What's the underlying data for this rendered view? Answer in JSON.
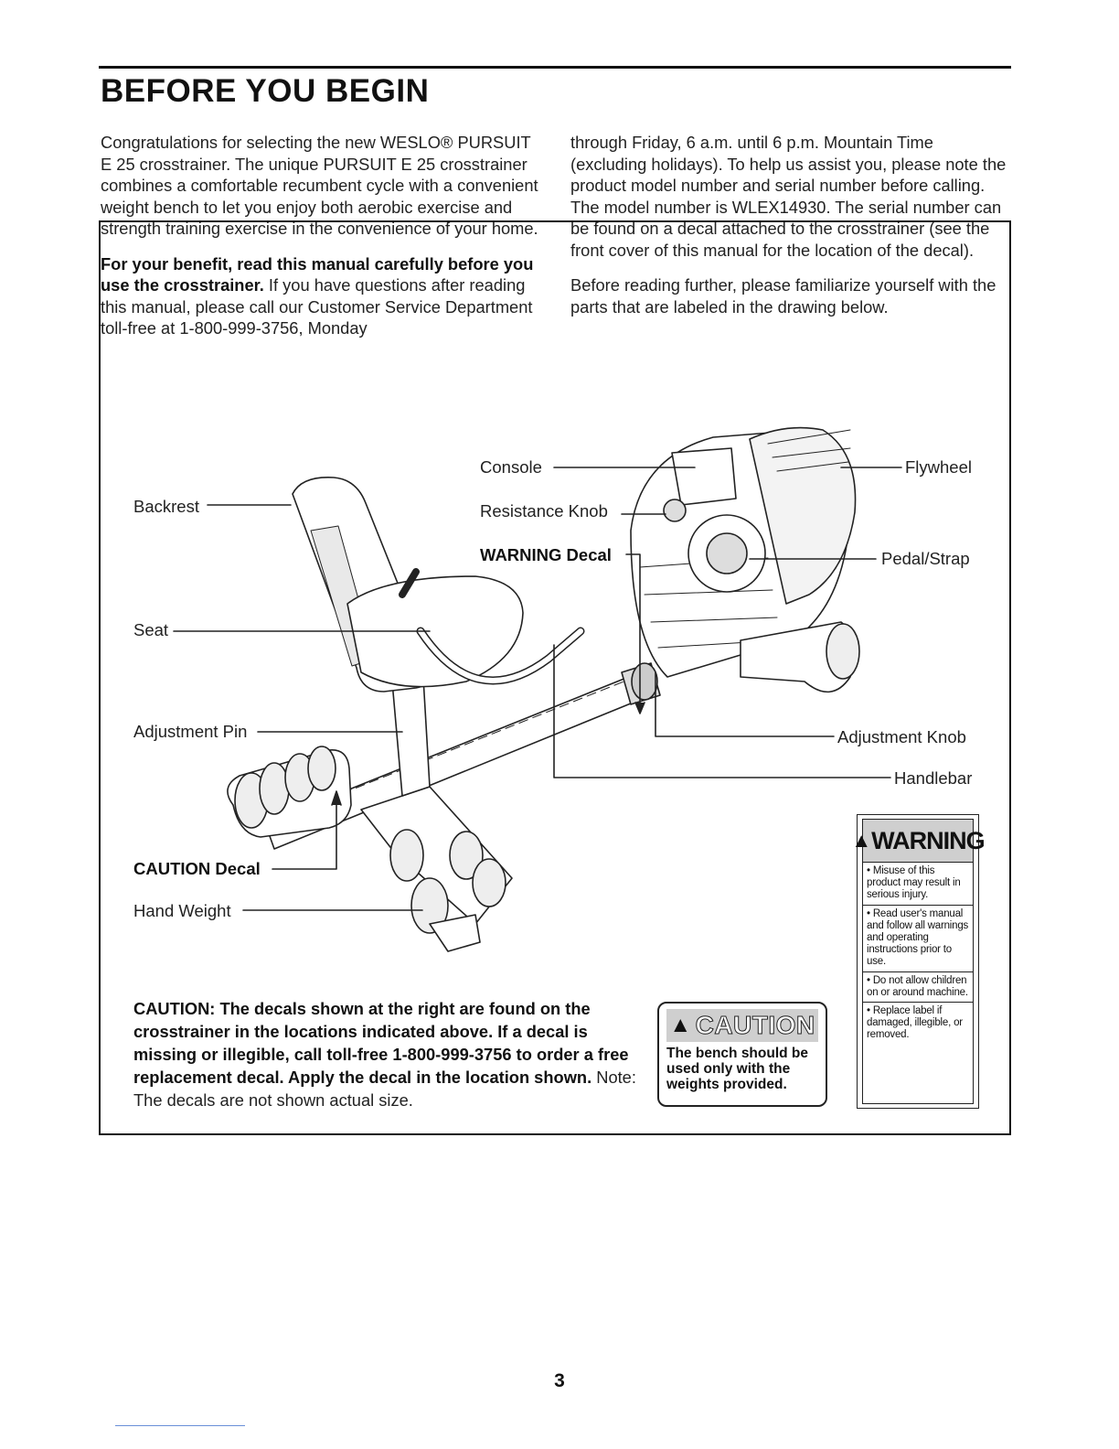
{
  "title": "BEFORE YOU BEGIN",
  "intro": {
    "left_p1": "Congratulations for selecting the new WESLO® PURSUIT E 25 crosstrainer. The unique PURSUIT E 25 crosstrainer combines a comfortable recumbent cycle with a convenient weight bench to let you enjoy both aerobic exercise and strength training exercise in the convenience of your home.",
    "left_p2_bold": "For your benefit, read this manual carefully before you use the crosstrainer.",
    "left_p2_rest": " If you have questions after reading this manual, please call our Customer Service Department toll-free at 1-800-999-3756, Monday",
    "right_p1": "through Friday, 6 a.m. until 6 p.m. Mountain Time (excluding holidays). To help us assist you, please note the product model number and serial number before calling. The model number is WLEX14930. The serial number can be found on a decal attached to the crosstrainer (see the front cover of this manual for the location of the decal).",
    "right_p2": "Before reading further, please familiarize yourself with the parts that are labeled in the drawing below."
  },
  "labels": {
    "console": "Console",
    "flywheel": "Flywheel",
    "backrest": "Backrest",
    "resistance_knob": "Resistance Knob",
    "warning_decal": "WARNING Decal",
    "pedal_strap": "Pedal/Strap",
    "seat": "Seat",
    "adjustment_pin": "Adjustment Pin",
    "adjustment_knob": "Adjustment Knob",
    "handlebar": "Handlebar",
    "caution_decal": "CAUTION Decal",
    "hand_weight": "Hand Weight"
  },
  "caution_note": {
    "bold": "CAUTION: The decals shown at the right are found on the crosstrainer in the locations indicated above. If a decal is missing or illegible, call toll-free 1-800-999-3756 to order a free replacement decal. Apply the decal in the location shown.",
    "rest": " Note: The decals are not shown actual size."
  },
  "caution_decal": {
    "symbol": "▲",
    "heading": "CAUTION",
    "text": "The bench should be used only with the weights provided."
  },
  "warning_decal": {
    "symbol": "▲",
    "heading": "WARNING",
    "items": [
      "• Misuse of this product may result in serious injury.",
      "• Read user's manual and follow all warnings and operating instructions prior to use.",
      "• Do not allow children on or around machine.",
      "• Replace label if damaged, illegible, or removed."
    ]
  },
  "page_number": "3"
}
